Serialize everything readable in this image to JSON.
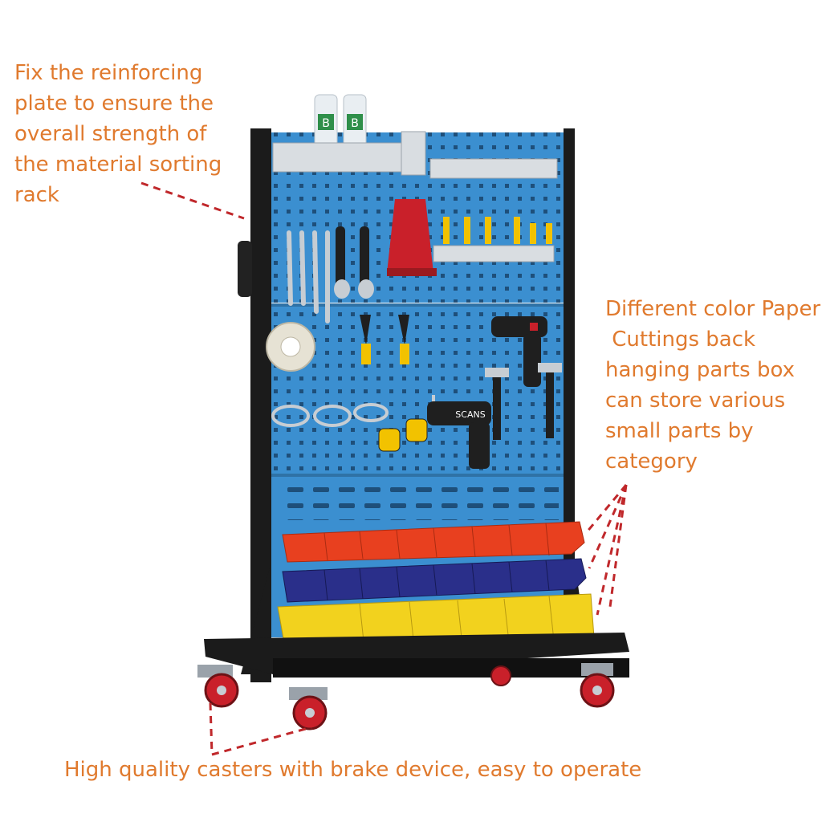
{
  "callouts": {
    "reinforcing_plate": "Fix the reinforcing\nplate to ensure the\noverall strength of\nthe material sorting\nrack",
    "parts_box": "Different color Paper\n Cuttings back\nhanging parts box\ncan store various\nsmall parts by\ncategory",
    "casters": "High quality casters with brake device, easy to operate"
  },
  "product": {
    "spray_can_label": "B",
    "drill_label": "SCANS"
  },
  "colors": {
    "callout_text": "#e07a2e",
    "leader_line": "#c0282b",
    "pegboard": "#3b8fd0",
    "frame": "#1b1b1b",
    "bin_red": "#e8401f",
    "bin_navy": "#2a2f8a",
    "bin_yellow": "#f2d21e"
  }
}
